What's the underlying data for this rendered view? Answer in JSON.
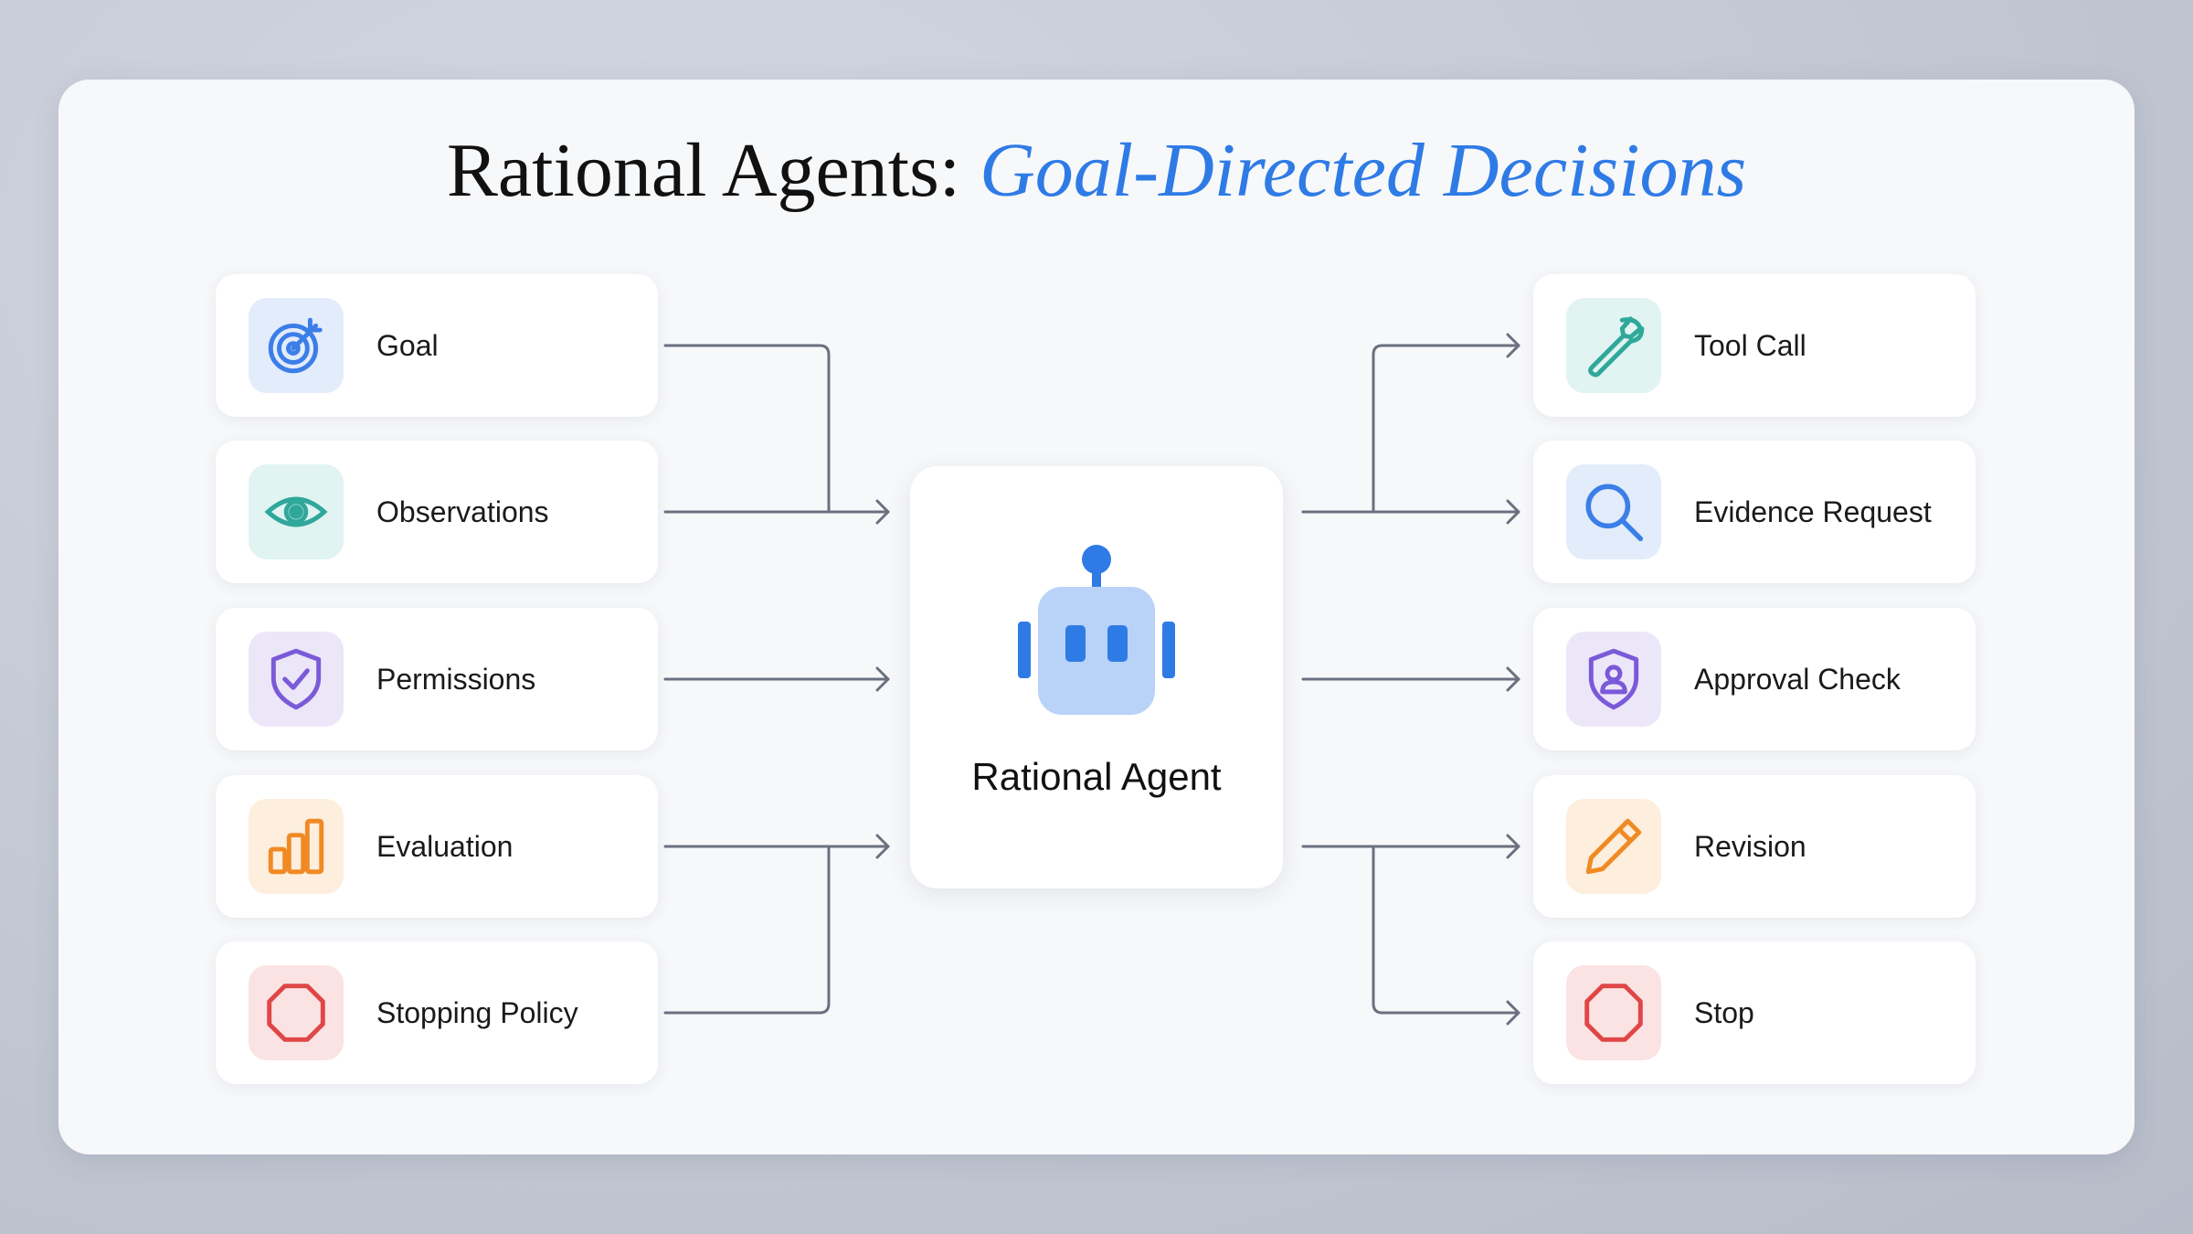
{
  "title": {
    "main": "Rational Agents:",
    "accent": "Goal-Directed Decisions"
  },
  "center": {
    "label": "Rational Agent",
    "icon": "robot-icon"
  },
  "inputs": [
    {
      "label": "Goal",
      "icon": "target-icon",
      "color": "#3b7ee8"
    },
    {
      "label": "Observations",
      "icon": "eye-icon",
      "color": "#2fa89a"
    },
    {
      "label": "Permissions",
      "icon": "shield-check-icon",
      "color": "#7a5ad8"
    },
    {
      "label": "Evaluation",
      "icon": "bar-chart-icon",
      "color": "#f08a24"
    },
    {
      "label": "Stopping Policy",
      "icon": "stop-octagon-icon",
      "color": "#e04646"
    }
  ],
  "outputs": [
    {
      "label": "Tool Call",
      "icon": "wrench-icon",
      "color": "#2fa89a"
    },
    {
      "label": "Evidence Request",
      "icon": "search-icon",
      "color": "#3b7ee8"
    },
    {
      "label": "Approval Check",
      "icon": "shield-user-icon",
      "color": "#7a5ad8"
    },
    {
      "label": "Revision",
      "icon": "pencil-icon",
      "color": "#f08a24"
    },
    {
      "label": "Stop",
      "icon": "stop-octagon-icon",
      "color": "#e04646"
    }
  ]
}
